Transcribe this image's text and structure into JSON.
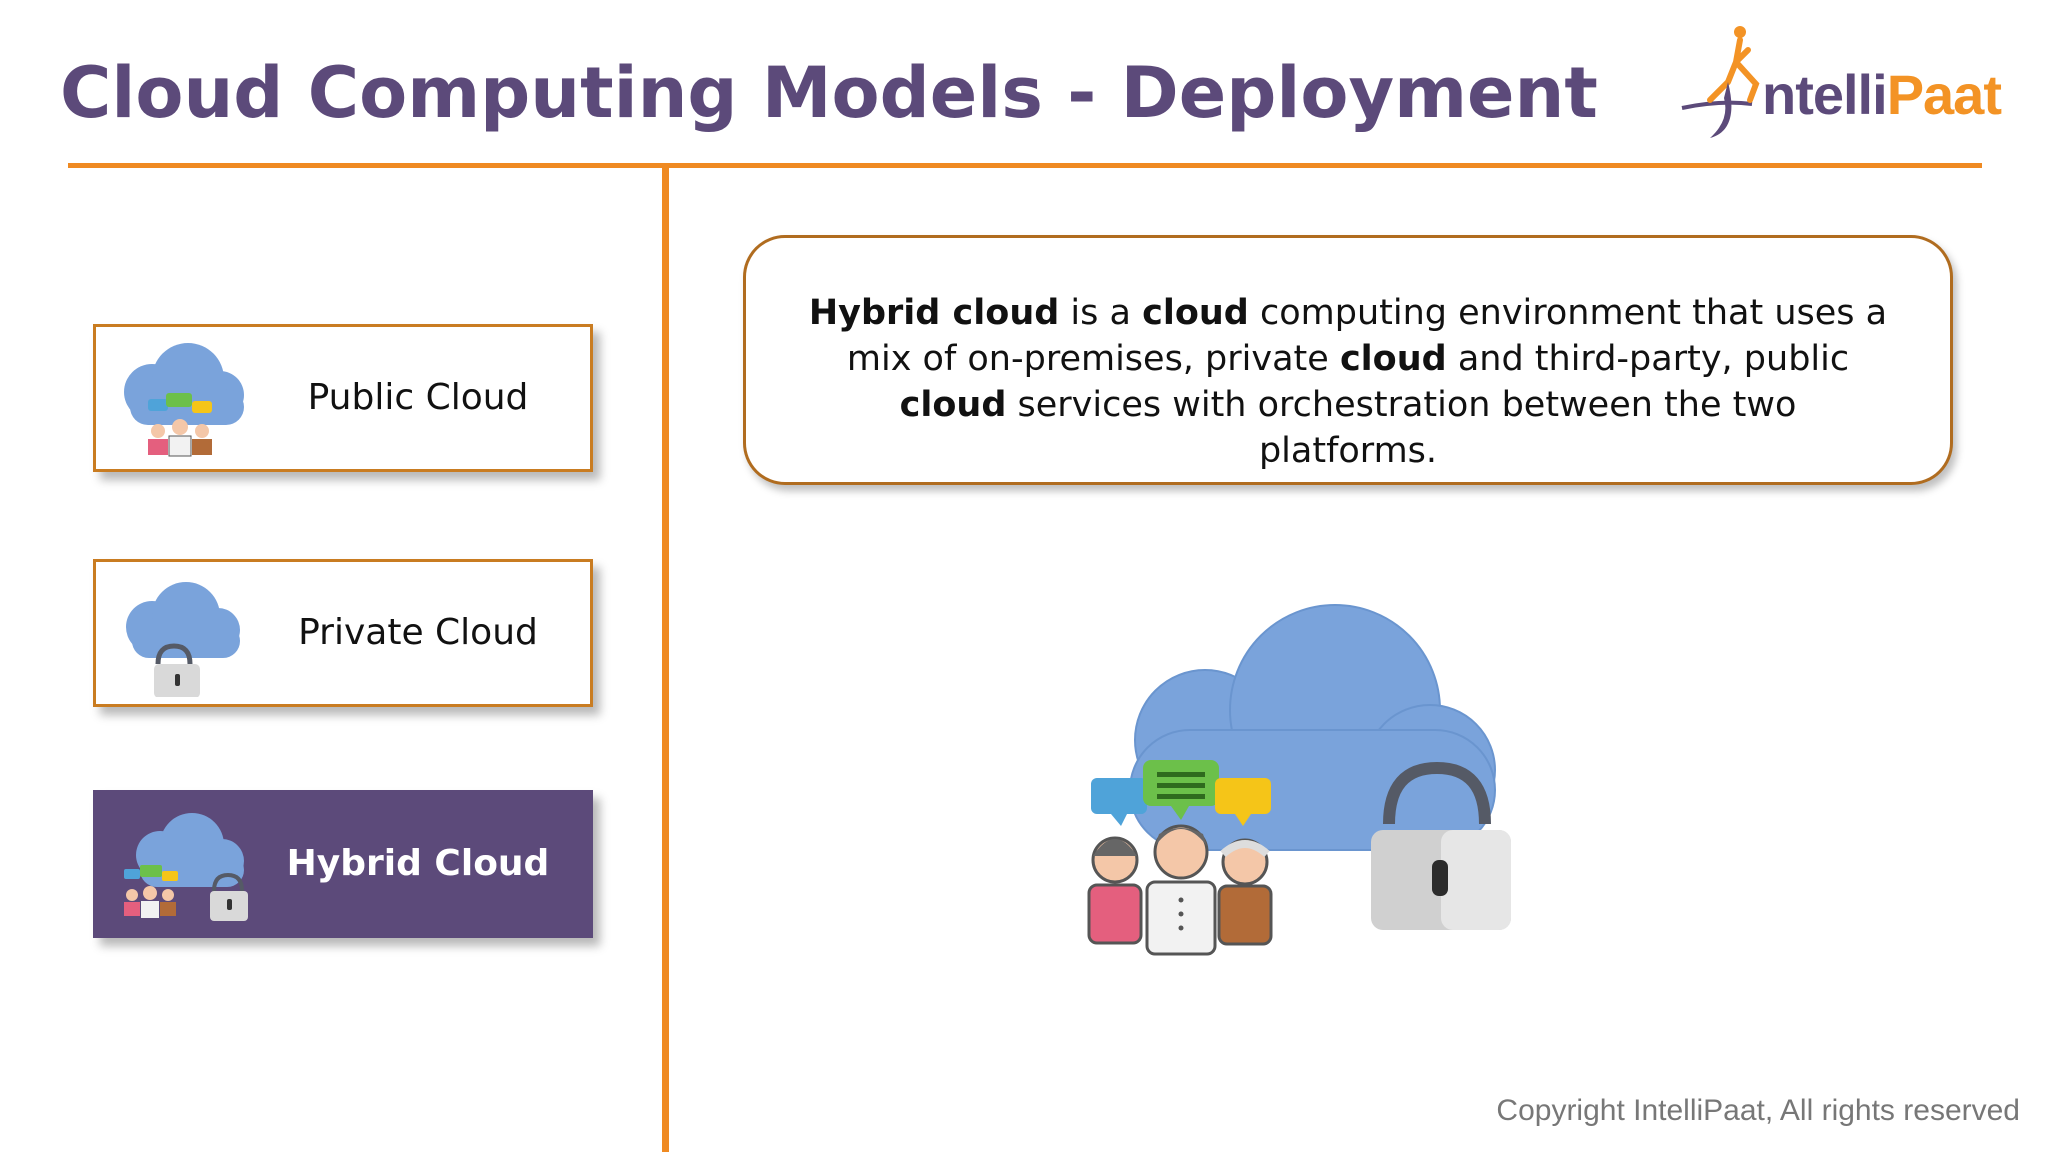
{
  "slide": {
    "title": "Cloud Computing Models - Deployment",
    "copyright": "Copyright IntelliPaat, All rights reserved"
  },
  "logo": {
    "part1": "ntelli",
    "part2": "Paat",
    "icon": "jumping-person-logo-icon"
  },
  "options": [
    {
      "label": "Public Cloud",
      "icon": "public-cloud-icon",
      "active": false
    },
    {
      "label": "Private Cloud",
      "icon": "private-cloud-icon",
      "active": false
    },
    {
      "label": "Hybrid Cloud",
      "icon": "hybrid-cloud-icon",
      "active": true
    }
  ],
  "description": {
    "segments": [
      {
        "text": "Hybrid cloud",
        "bold": true
      },
      {
        "text": " is a ",
        "bold": false
      },
      {
        "text": "cloud",
        "bold": true
      },
      {
        "text": " computing environment that uses a mix of on-premises, private ",
        "bold": false
      },
      {
        "text": "cloud",
        "bold": true
      },
      {
        "text": " and third-party, public ",
        "bold": false
      },
      {
        "text": "cloud",
        "bold": true
      },
      {
        "text": " services with orchestration between the two platforms.",
        "bold": false
      }
    ]
  },
  "illustration": {
    "icon": "hybrid-cloud-illustration-icon"
  },
  "colors": {
    "accent": "#ef8a22",
    "brand_purple": "#5c4a7a",
    "cloud_blue": "#7aa3db"
  }
}
